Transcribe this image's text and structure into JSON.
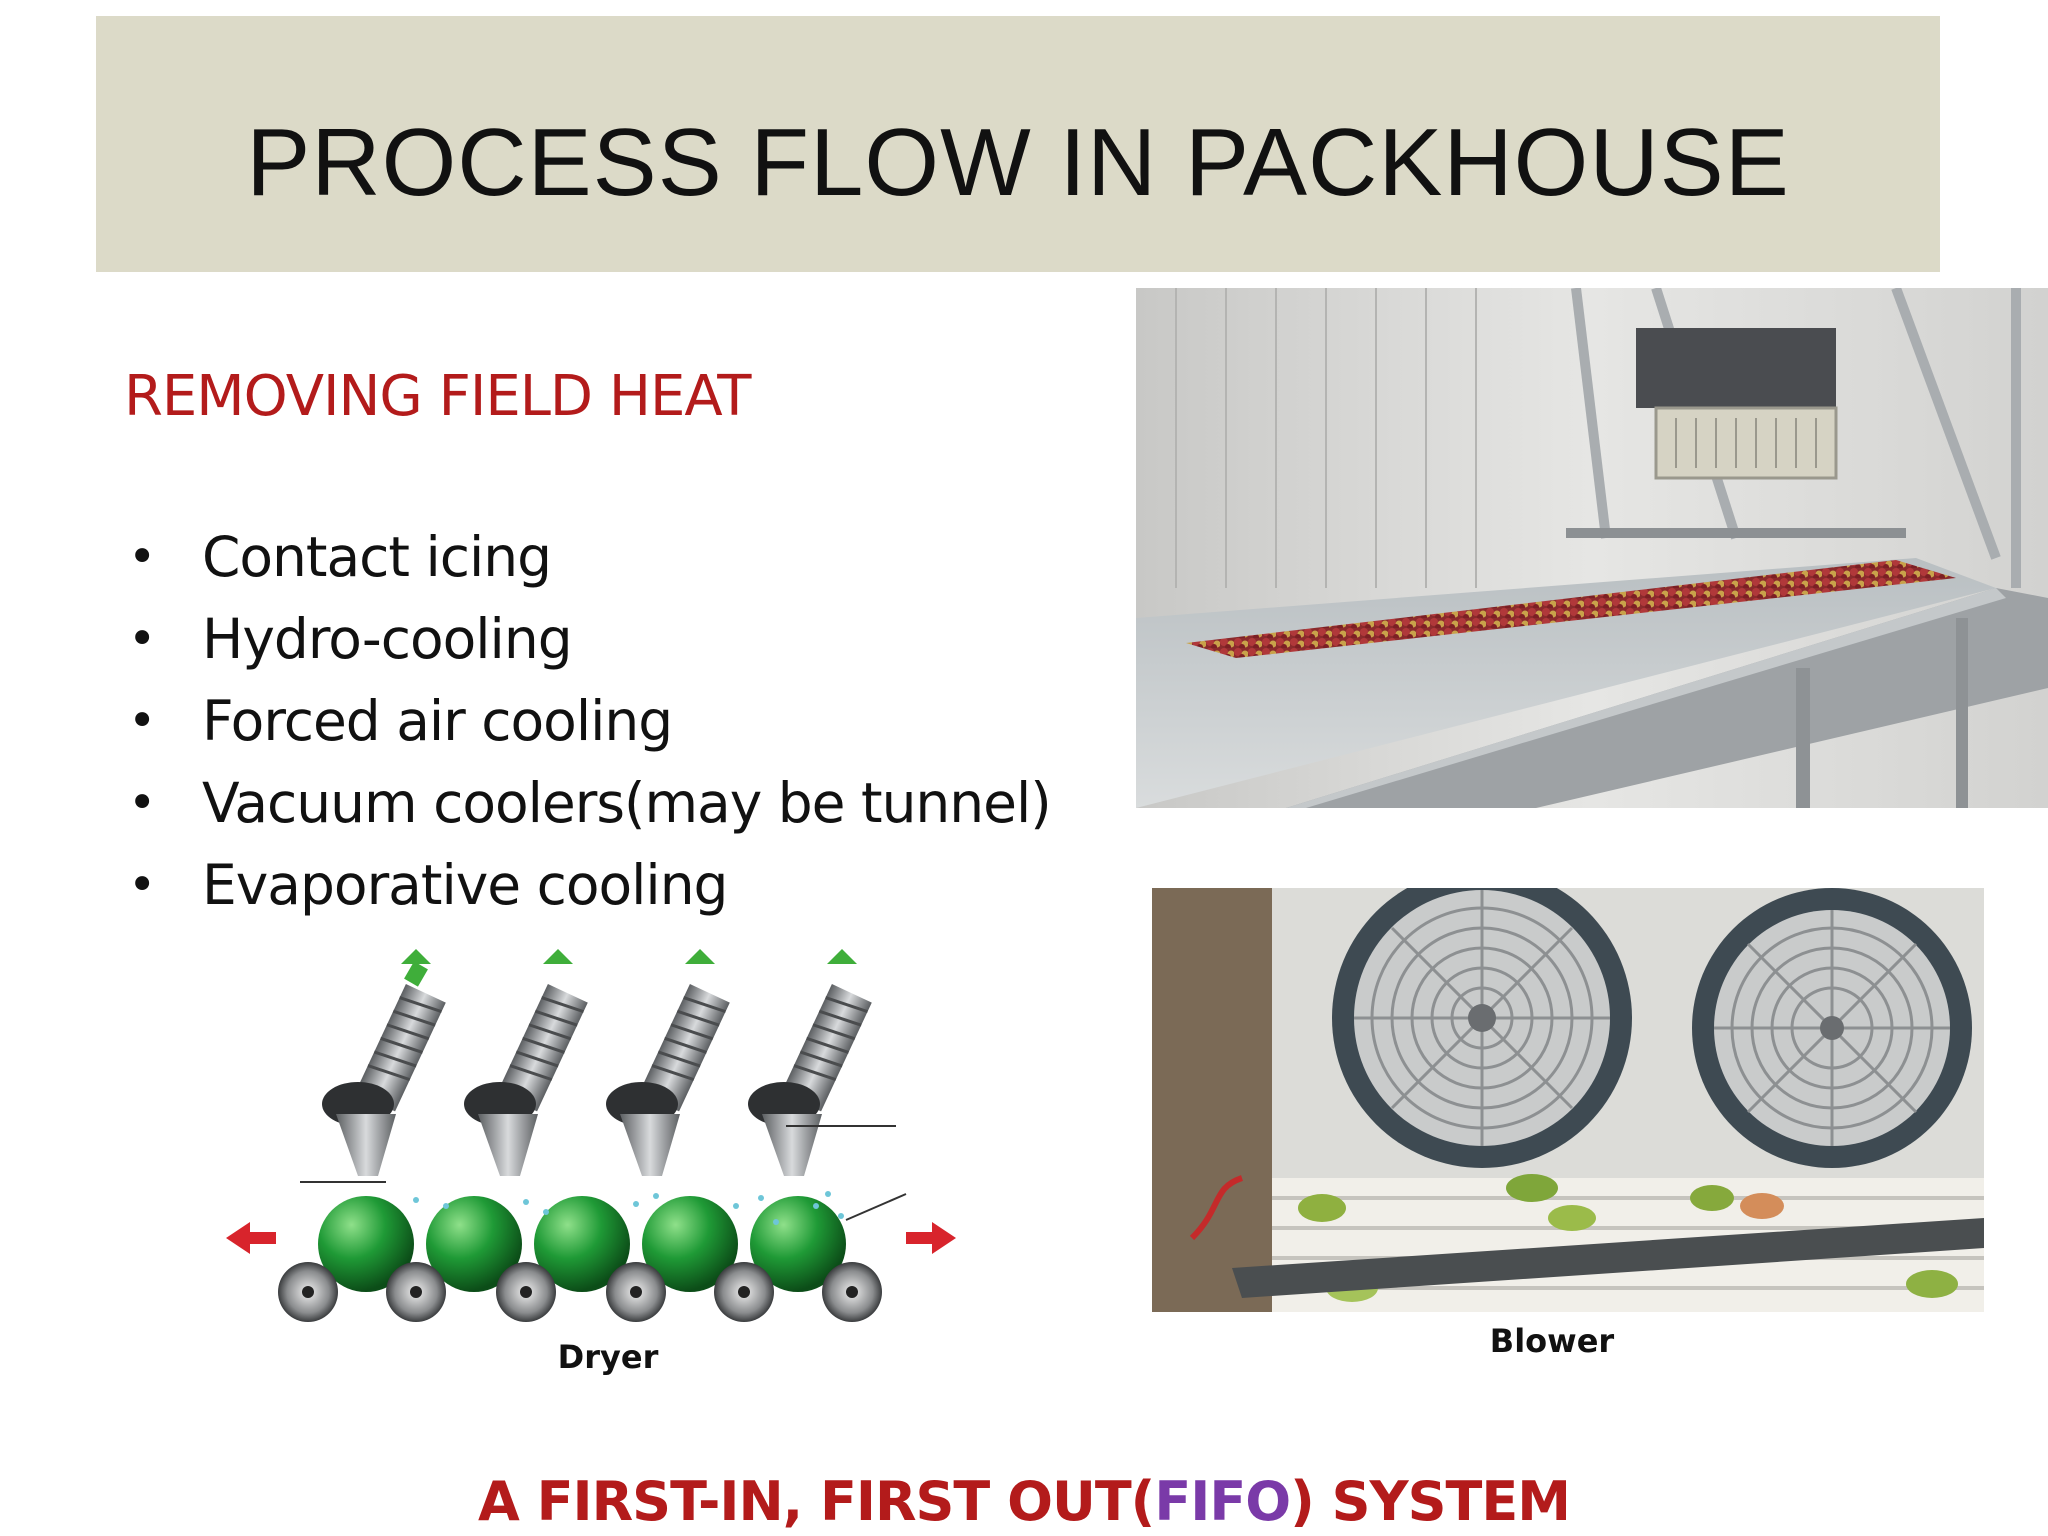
{
  "title": "PROCESS FLOW IN PACKHOUSE",
  "subheading": "REMOVING FIELD HEAT",
  "bullets": [
    "Contact icing",
    "Hydro-cooling",
    "Forced air cooling",
    "Vacuum coolers(may be tunnel)",
    "Evaporative cooling"
  ],
  "captions": {
    "dryer": "Dryer",
    "blower": "Blower"
  },
  "footer": {
    "prefix": "A FIRST-IN, FIRST OUT(",
    "accent": "FIFO",
    "suffix": ") SYSTEM"
  },
  "colors": {
    "title_band": "#dcdac8",
    "heading_red": "#b31b1b",
    "accent_purple": "#7a3aa8"
  }
}
